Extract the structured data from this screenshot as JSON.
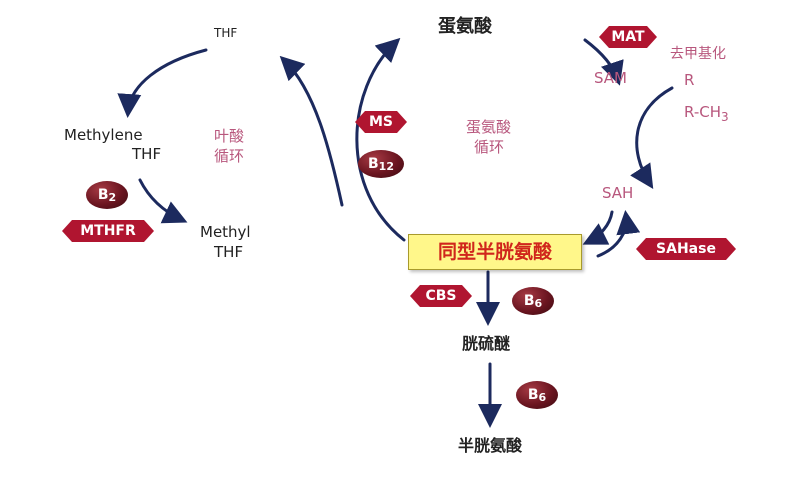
{
  "folate_cycle": {
    "thf": "THF",
    "methylene_thf_line1": "Methylene",
    "methylene_thf_line2": "THF",
    "methyl_thf_line1": "Methyl",
    "methyl_thf_line2": "THF",
    "cycle_label_line1": "叶酸",
    "cycle_label_line2": "循环"
  },
  "methionine_cycle": {
    "methionine": "蛋氨酸",
    "cycle_label_line1": "蛋氨酸",
    "cycle_label_line2": "循环",
    "sam": "SAM",
    "sah": "SAH",
    "demethylation": "去甲基化",
    "r": "R",
    "r_ch3_base": "R-CH",
    "r_ch3_sub": "3"
  },
  "transsulfuration": {
    "homocysteine": "同型半胱氨酸",
    "cystathionine": "胱硫醚",
    "cysteine": "半胱氨酸"
  },
  "enzymes": {
    "mat": "MAT",
    "ms": "MS",
    "mthfr": "MTHFR",
    "cbs": "CBS",
    "sahase": "SAHase"
  },
  "cofactors": {
    "b2_base": "B",
    "b2_sub": "2",
    "b12_base": "B",
    "b12_sub": "12",
    "b6_base": "B",
    "b6_sub": "6"
  },
  "colors": {
    "arrow": "#1c2a5e",
    "enzyme_red": "#b01530",
    "cofactor_dark": "#6b1520",
    "label_pink": "#b8577d",
    "box_yellow": "#fff78a",
    "box_text_red": "#d0261c"
  }
}
